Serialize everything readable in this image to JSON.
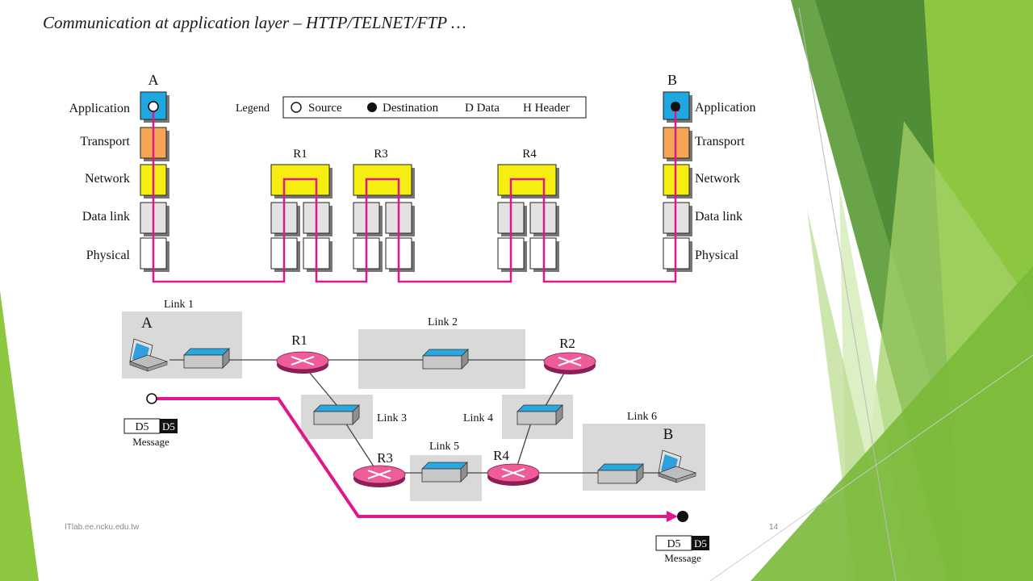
{
  "slide": {
    "title": "Communication at application layer – HTTP/TELNET/FTP …",
    "footer_left": "ITlab.ee.ncku.edu.tw",
    "page_number": "14"
  },
  "layers_diagram": {
    "host_a": "A",
    "host_b": "B",
    "layers": [
      "Application",
      "Transport",
      "Network",
      "Data link",
      "Physical"
    ],
    "routers": [
      "R1",
      "R3",
      "R4"
    ],
    "legend": {
      "title": "Legend",
      "source": "Source",
      "destination": "Destination",
      "data": "D Data",
      "header": "H Header"
    }
  },
  "network_diagram": {
    "host_a": "A",
    "host_b": "B",
    "routers": [
      "R1",
      "R2",
      "R3",
      "R4"
    ],
    "links": [
      "Link 1",
      "Link 2",
      "Link 3",
      "Link 4",
      "Link 5",
      "Link 6"
    ],
    "message": {
      "data_label": "D5",
      "header_label": "D5",
      "caption": "Message"
    }
  },
  "colors": {
    "application": "#1ea7e1",
    "transport": "#f5a553",
    "network": "#f5ee10",
    "data_link": "#e2e2e2",
    "physical": "#ffffff",
    "path": "#e0168c",
    "router": "#ef5c9a",
    "link_box": "#d9d9d9",
    "accent_green": "#8dc63f"
  }
}
